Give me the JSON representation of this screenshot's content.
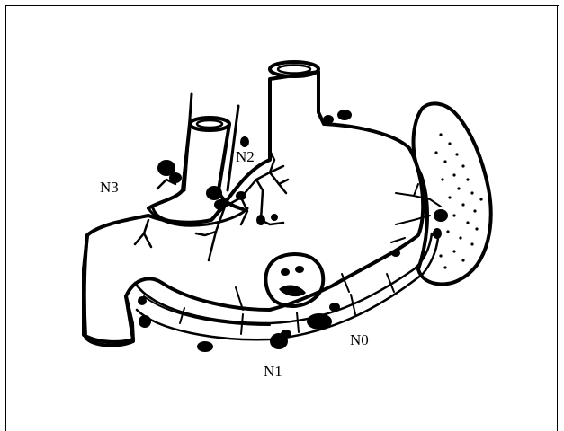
{
  "labels": {
    "n3": "N3",
    "n2": "N2",
    "n1": "N1",
    "n0": "N0"
  },
  "colors": {
    "ink": "#000000",
    "paper": "#ffffff"
  }
}
